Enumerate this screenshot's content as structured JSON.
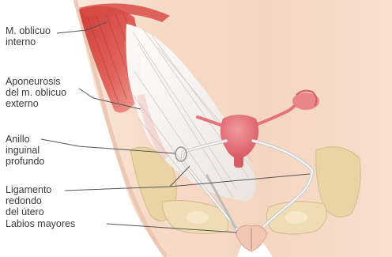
{
  "diagram": {
    "labels": [
      "M. oblicuo\ninterno",
      "Aponeurosis\ndel m. oblicuo\nexterno",
      "Anillo\ninguinal\nprofundo",
      "Ligamento\nredondo\ndel útero",
      "Labios mayores"
    ],
    "colors": {
      "skin": "#f6dcca",
      "muscle": "#d9524a",
      "aponeurosis": "#f4f1ef",
      "uterus": "#e56f78",
      "bone": "#e8d2a2",
      "leader": "#555555"
    }
  }
}
